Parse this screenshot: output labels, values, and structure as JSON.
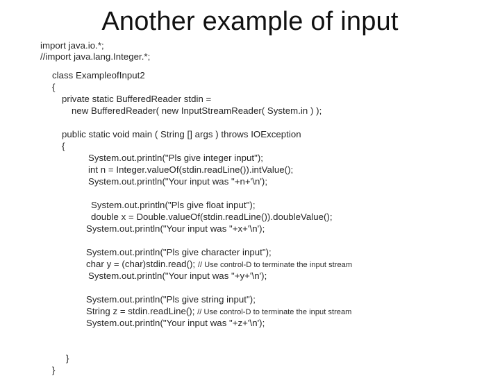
{
  "slide": {
    "title": "Another example of input",
    "background_color": "#ffffff",
    "text_color": "#242424"
  },
  "imports": [
    {
      "text": "import java.io.*;"
    },
    {
      "text": "//import java.lang.Integer.*;"
    }
  ],
  "code_lines": [
    {
      "indent": 1,
      "text": "class ExampleofInput2"
    },
    {
      "indent": 1,
      "text": "{"
    },
    {
      "indent": 2,
      "text": "private static BufferedReader stdin ="
    },
    {
      "indent": 3,
      "text": "new BufferedReader( new InputStreamReader( System.in ) );"
    },
    {
      "indent": 0,
      "text": "",
      "blank": true
    },
    {
      "indent": 2,
      "text": "public static void main ( String [] args ) throws IOException"
    },
    {
      "indent": 2,
      "text": "{"
    },
    {
      "indent": 6,
      "text": "System.out.println(\"Pls give integer input\");"
    },
    {
      "indent": 6,
      "text": "int n = Integer.valueOf(stdin.readLine()).intValue();"
    },
    {
      "indent": 6,
      "text": "System.out.println(\"Your input was \"+n+'\\n');"
    },
    {
      "indent": 0,
      "text": "",
      "blank": true
    },
    {
      "indent": 7,
      "text": "System.out.println(\"Pls give float input\");"
    },
    {
      "indent": 7,
      "text": "double x = Double.valueOf(stdin.readLine()).doubleValue();"
    },
    {
      "indent": 5,
      "text": "System.out.println(\"Your input was \"+x+'\\n');"
    },
    {
      "indent": 0,
      "text": "",
      "blank": true
    },
    {
      "indent": 5,
      "text": "System.out.println(\"Pls give character input\");"
    },
    {
      "indent": 5,
      "text": "char y = (char)stdin.read(); ",
      "comment": "// Use control-D to terminate the input stream"
    },
    {
      "indent": 6,
      "text": "System.out.println(\"Your input was \"+y+'\\n');"
    },
    {
      "indent": 0,
      "text": "",
      "blank": true
    },
    {
      "indent": 5,
      "text": "System.out.println(\"Pls give string input\");"
    },
    {
      "indent": 5,
      "text": "String z = stdin.readLine(); ",
      "comment": "// Use control-D to terminate the input stream"
    },
    {
      "indent": 5,
      "text": "System.out.println(\"Your input was \"+z+'\\n');"
    },
    {
      "indent": 0,
      "text": "",
      "blank": true
    },
    {
      "indent": 0,
      "text": "",
      "blank": true
    },
    {
      "indent": 8,
      "text": "}"
    },
    {
      "indent": 1,
      "text": "}"
    }
  ]
}
